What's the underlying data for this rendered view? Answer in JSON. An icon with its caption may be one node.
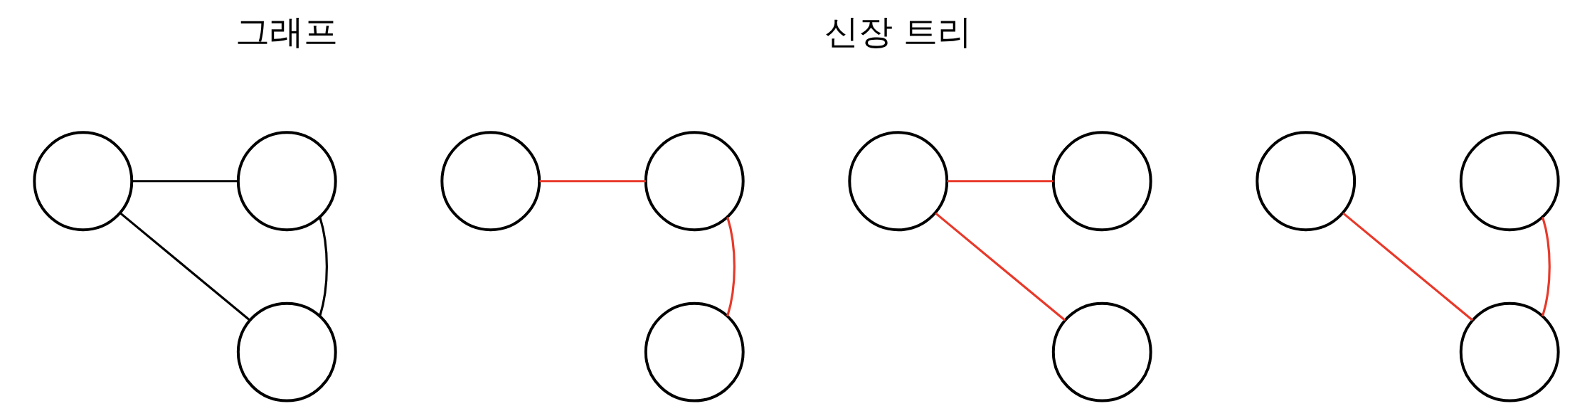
{
  "diagram": {
    "nodes": [
      {
        "text": [],
        "shape": "circle"
      },
      {
        "text": [],
        "shape": "circle"
      },
      {
        "text": [],
        "shape": "circle"
      },
      {
        "text": [],
        "shape": "circle"
      },
      {
        "text": [],
        "shape": "circle"
      },
      {
        "text": [],
        "shape": "circle"
      },
      {
        "text": [],
        "shape": "circle"
      },
      {
        "text": [],
        "shape": "circle"
      },
      {
        "text": [],
        "shape": "circle"
      },
      {
        "text": [],
        "shape": "circle"
      },
      {
        "text": [],
        "shape": "circle"
      },
      {
        "text": [],
        "shape": "circle"
      }
    ],
    "edges": [
      {
        "from": 0,
        "to": 1,
        "arrow": "none",
        "color": "#000000"
      },
      {
        "from": 0,
        "to": 2,
        "arrow": "none",
        "color": "#000000"
      },
      {
        "from": 1,
        "to": 2,
        "arrow": "none",
        "color": "#000000"
      },
      {
        "from": 3,
        "to": 4,
        "arrow": "none"
      },
      {
        "from": 4,
        "to": 5,
        "arrow": "none"
      },
      {
        "from": 6,
        "to": 7,
        "arrow": "none"
      },
      {
        "from": 6,
        "to": 8,
        "arrow": "none"
      },
      {
        "from": 9,
        "to": 11,
        "arrow": "none"
      },
      {
        "from": 10,
        "to": 11,
        "arrow": "none"
      }
    ],
    "labels": [
      "그래프",
      "신장 트리"
    ]
  }
}
